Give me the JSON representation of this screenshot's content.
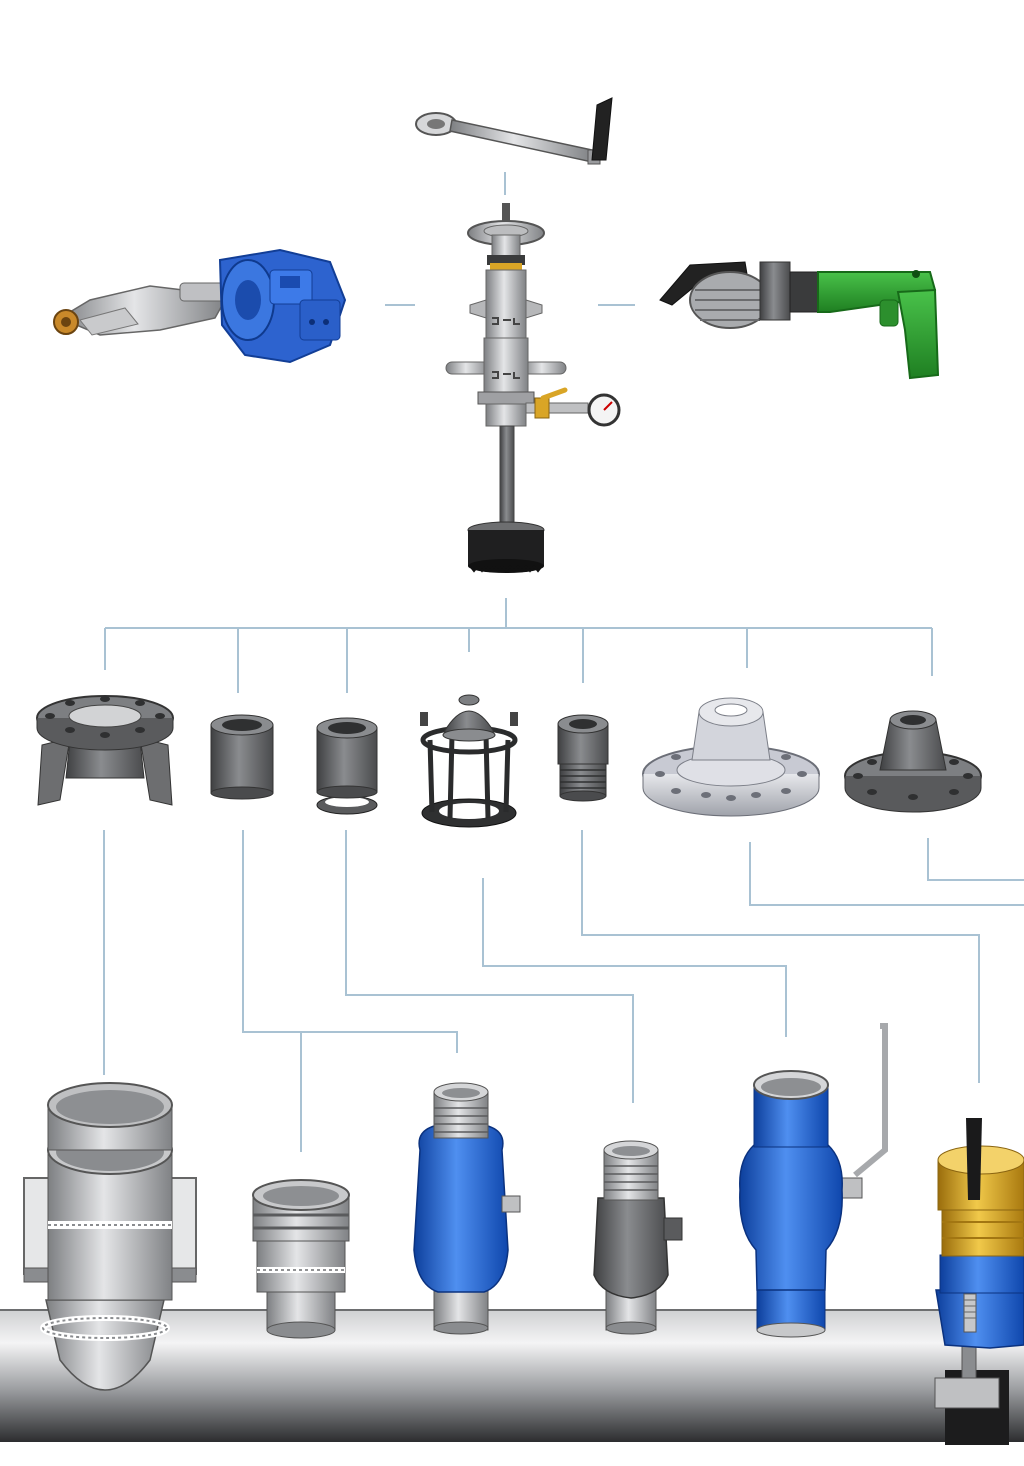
{
  "diagram": {
    "line_color": "#a9c2d3",
    "steel_color": "#a7a9ac",
    "dark_steel_color": "#6d6e70",
    "blue_color": "#2f6fd6",
    "green_color": "#2ea82e",
    "brass_color": "#d9a526",
    "drive_tools": [
      {
        "name": "crank-handle",
        "icon": "crank-handle-icon"
      },
      {
        "name": "air-motor-drive",
        "icon": "air-motor-icon"
      },
      {
        "name": "tapping-machine",
        "icon": "tapping-machine-icon"
      },
      {
        "name": "electric-drill-drive",
        "icon": "electric-drill-icon"
      }
    ],
    "adapters": [
      {
        "name": "saddle-flange-adapter",
        "icon": "saddle-flange-icon"
      },
      {
        "name": "threaded-socket-adapter",
        "icon": "threaded-socket-icon"
      },
      {
        "name": "socket-with-ring-adapter",
        "icon": "socket-ring-icon"
      },
      {
        "name": "cage-clamp-adapter",
        "icon": "cage-clamp-icon"
      },
      {
        "name": "threaded-nipple-adapter",
        "icon": "threaded-nipple-icon"
      },
      {
        "name": "large-flange-adapter",
        "icon": "large-flange-icon"
      },
      {
        "name": "small-flange-adapter",
        "icon": "small-flange-icon"
      }
    ],
    "fittings": [
      {
        "name": "welded-branch-fitting",
        "icon": "welded-branch-icon"
      },
      {
        "name": "grooved-nipple-fitting",
        "icon": "grooved-nipple-icon"
      },
      {
        "name": "blue-ball-valve-threaded",
        "icon": "ball-valve-icon"
      },
      {
        "name": "grey-ball-valve-threaded",
        "icon": "ball-valve-icon"
      },
      {
        "name": "blue-ball-valve-with-lever",
        "icon": "ball-valve-lever-icon"
      },
      {
        "name": "brass-valve-on-clamp",
        "icon": "brass-valve-icon"
      }
    ]
  }
}
